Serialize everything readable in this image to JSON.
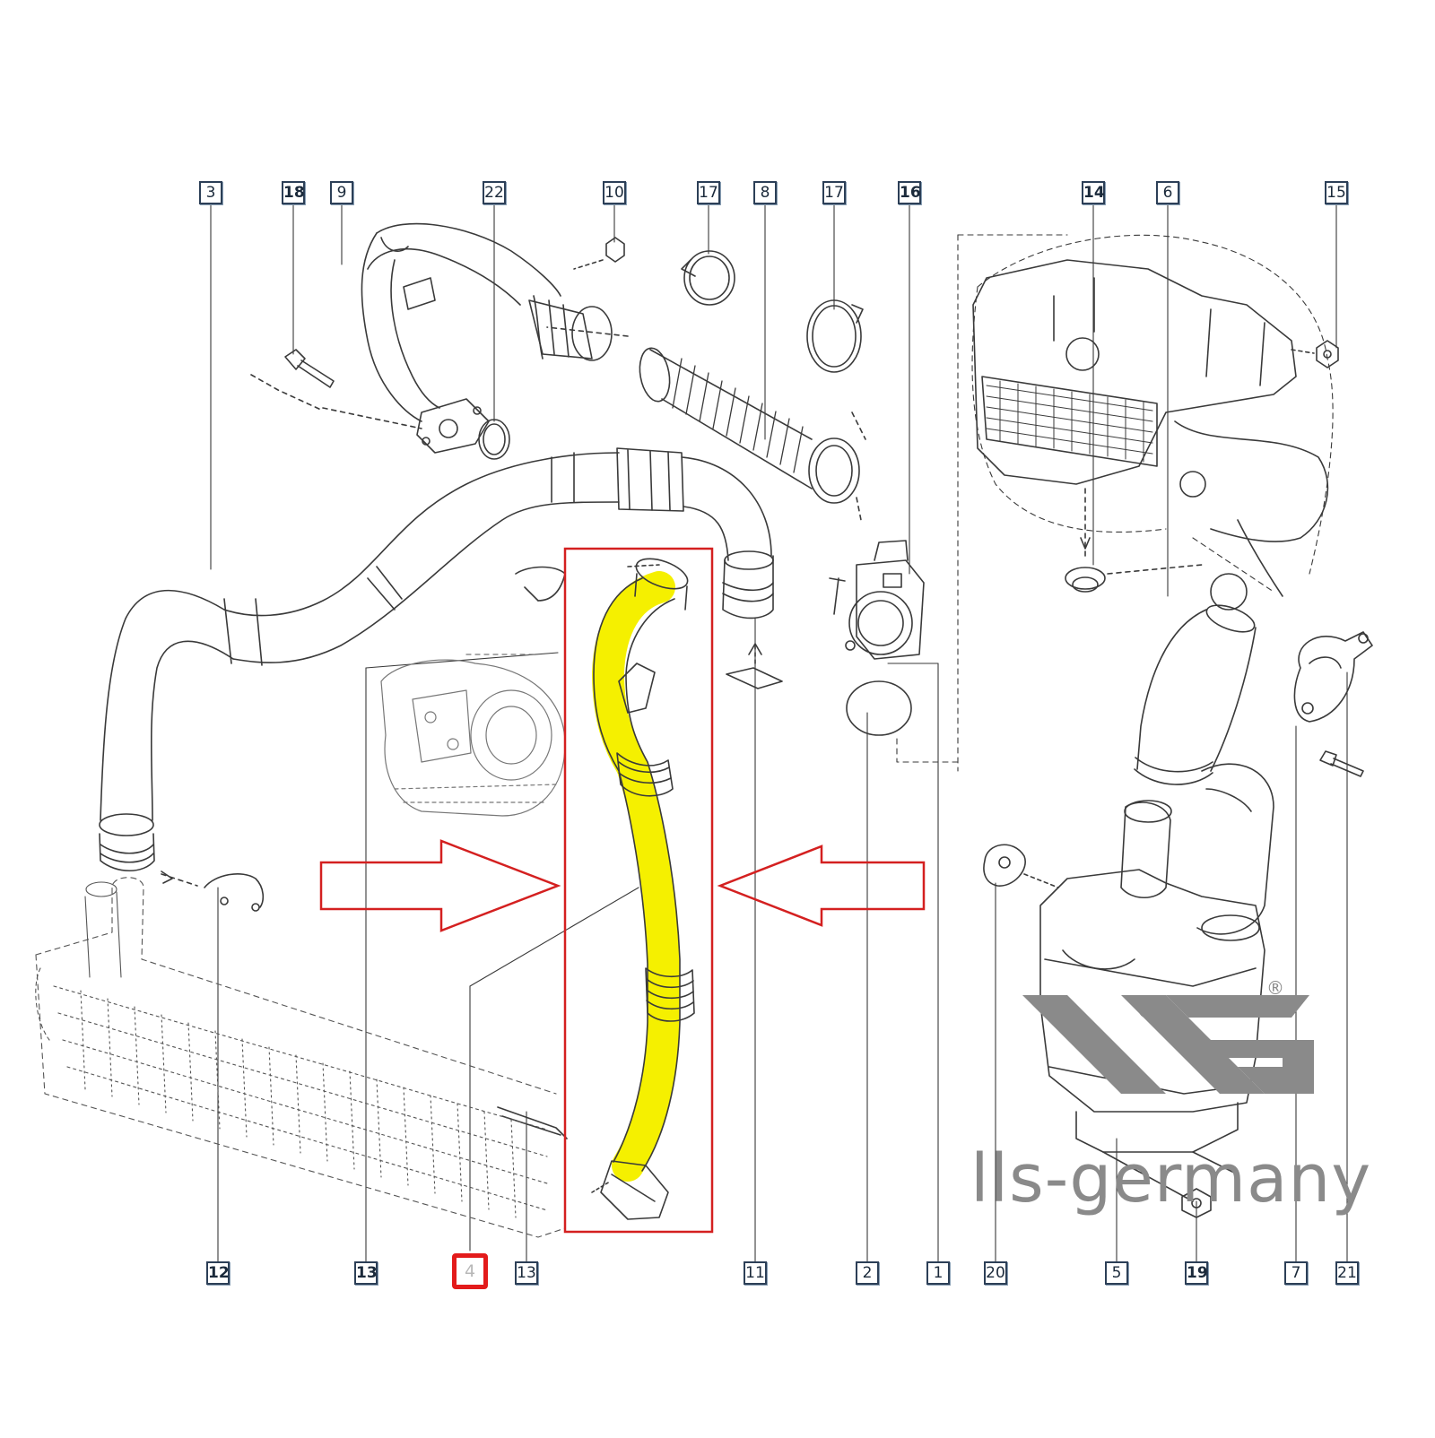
{
  "callouts_top": [
    "3",
    "18",
    "9",
    "22",
    "10",
    "17",
    "8",
    "17",
    "16",
    "14",
    "6",
    "15"
  ],
  "callouts_bottom": [
    "12",
    "13",
    "4",
    "13",
    "11",
    "2",
    "1",
    "20",
    "5",
    "19",
    "7",
    "21"
  ],
  "highlighted_part": "4",
  "brand": {
    "name": "lls-germany",
    "registered_mark": "®"
  },
  "colors": {
    "highlight_frame": "#d42020",
    "hose_highlight": "#f5f000",
    "line_art": "#3a3a3a",
    "callout_border": "#2c3f57",
    "brand_grey": "#8a8a8a"
  }
}
